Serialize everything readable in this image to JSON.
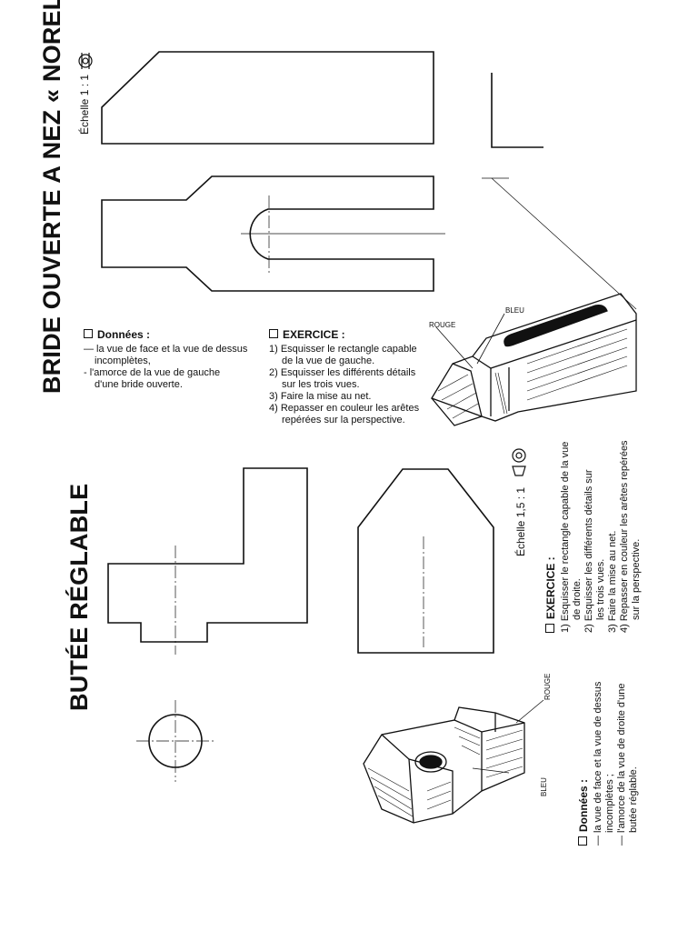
{
  "top_section": {
    "title": "BRIDE OUVERTE A NEZ « NORELEM »",
    "scale": "Échelle 1 : 1",
    "donnees": {
      "heading": "Données :",
      "lines": [
        "— la vue de face et la vue de dessus",
        "incomplètes,",
        "- l'amorce de la vue de gauche",
        "d'une bride ouverte."
      ]
    },
    "exercice": {
      "heading": "EXERCICE :",
      "lines": [
        "1) Esquisser le rectangle capable",
        "de la vue de gauche.",
        "2) Esquisser les différents détails",
        "sur les trois vues.",
        "3) Faire la mise au net.",
        "4) Repasser en couleur les arêtes",
        "repérées sur la perspective."
      ]
    },
    "labels": {
      "rouge": "ROUGE",
      "bleu": "BLEU"
    }
  },
  "bottom_section": {
    "title": "BUTÉE RÉGLABLE",
    "scale": "Échelle 1,5 : 1",
    "exercice": {
      "heading": "EXERCICE :",
      "lines": [
        "1) Esquisser le rectangle capable de la vue",
        "de droite.",
        "2) Esquisser les différents détails sur",
        "les trois vues.",
        "3) Faire la mise au net.",
        "4) Repasser en couleur les arêtes repérées",
        "sur la perspective."
      ]
    },
    "donnees": {
      "heading": "Données :",
      "lines": [
        "— la vue de face et la vue de dessus",
        "incomplètes ;",
        "— l'amorce de la vue de droite d'une",
        "butée réglable."
      ]
    },
    "labels": {
      "rouge": "ROUGE",
      "bleu": "BLEU"
    }
  }
}
